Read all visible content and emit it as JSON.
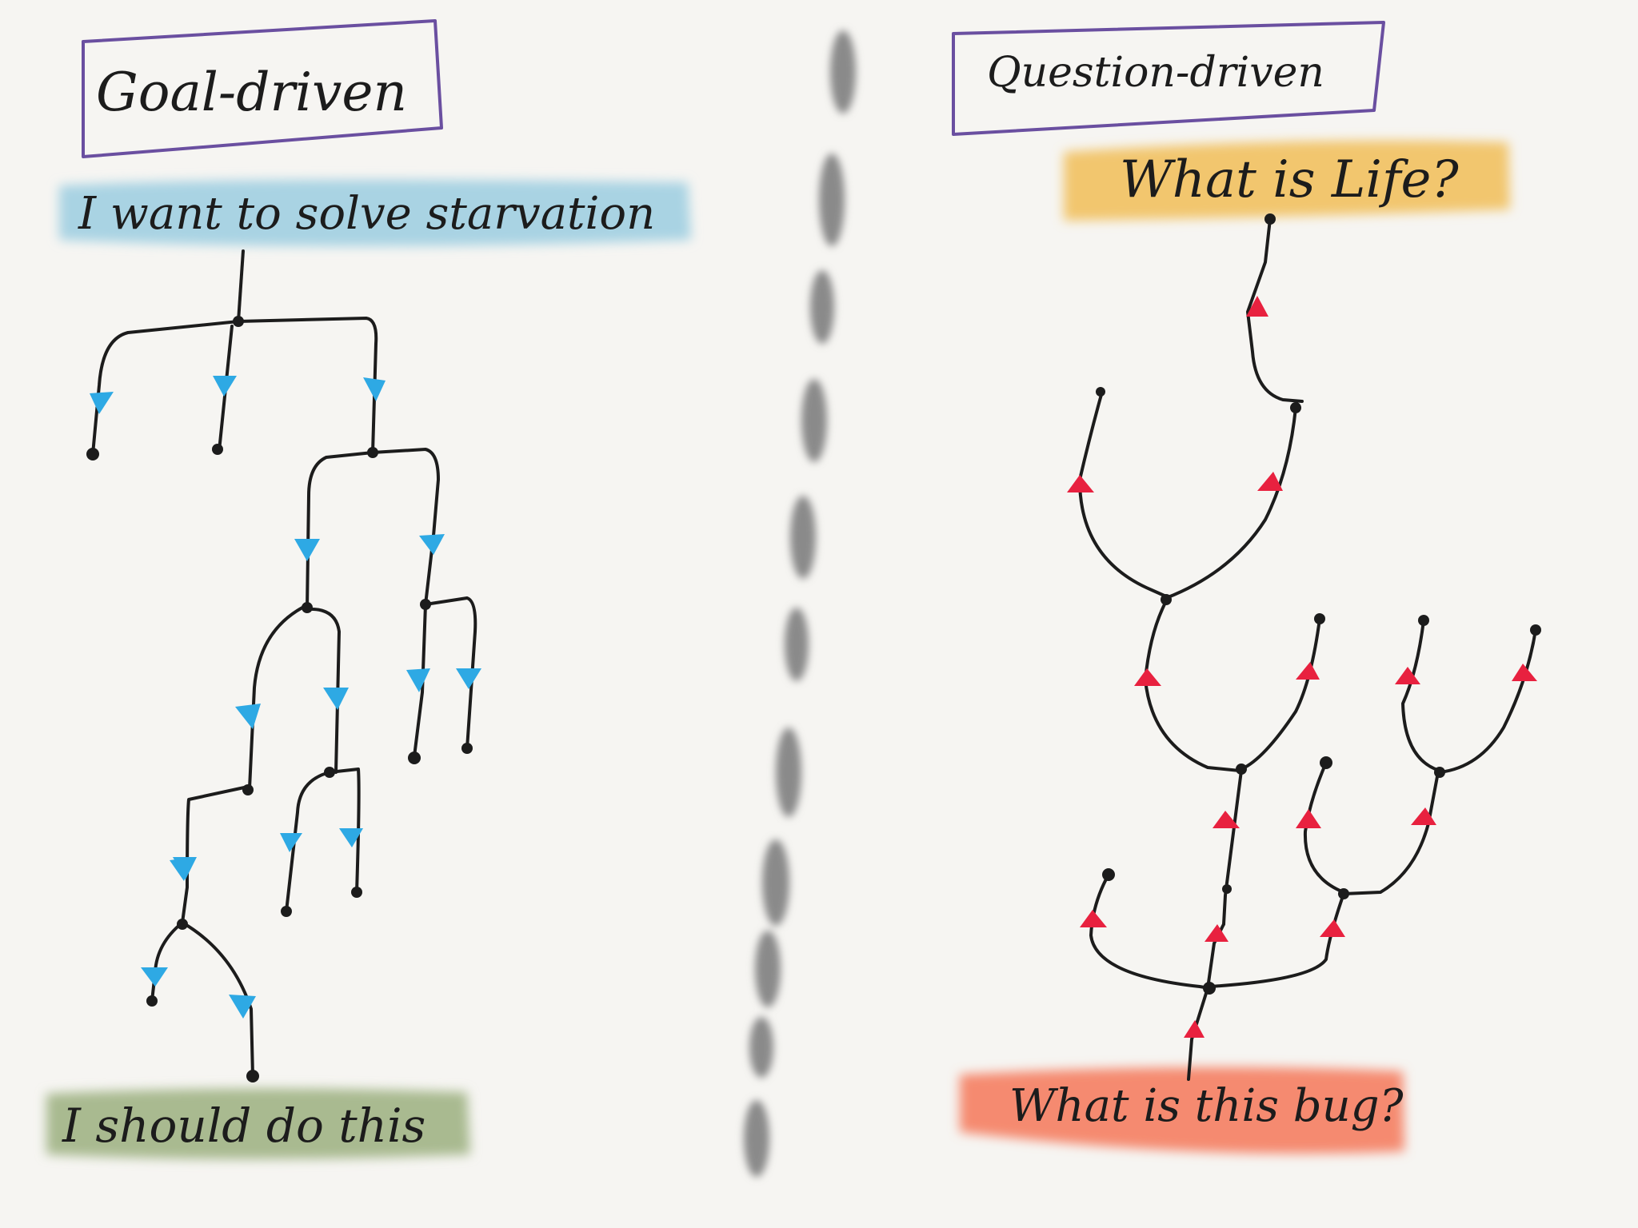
{
  "left_panel": {
    "title": "Goal-driven",
    "top_label": "I want to solve starvation",
    "bottom_label": "I should do this",
    "colors": {
      "top_band": "#a9d3e3",
      "bottom_band": "#a9ba90",
      "arrow": "#2ea9e4",
      "frame": "#6a4fa0"
    }
  },
  "right_panel": {
    "title": "Question-driven",
    "top_label": "What is Life?",
    "bottom_label": "What is this bug?",
    "colors": {
      "top_band": "#f2c66e",
      "bottom_band": "#f58a70",
      "arrow": "#e8213f",
      "frame": "#6a4fa0"
    }
  },
  "divider": {
    "style": "dashed",
    "color": "#8a8a8a"
  }
}
